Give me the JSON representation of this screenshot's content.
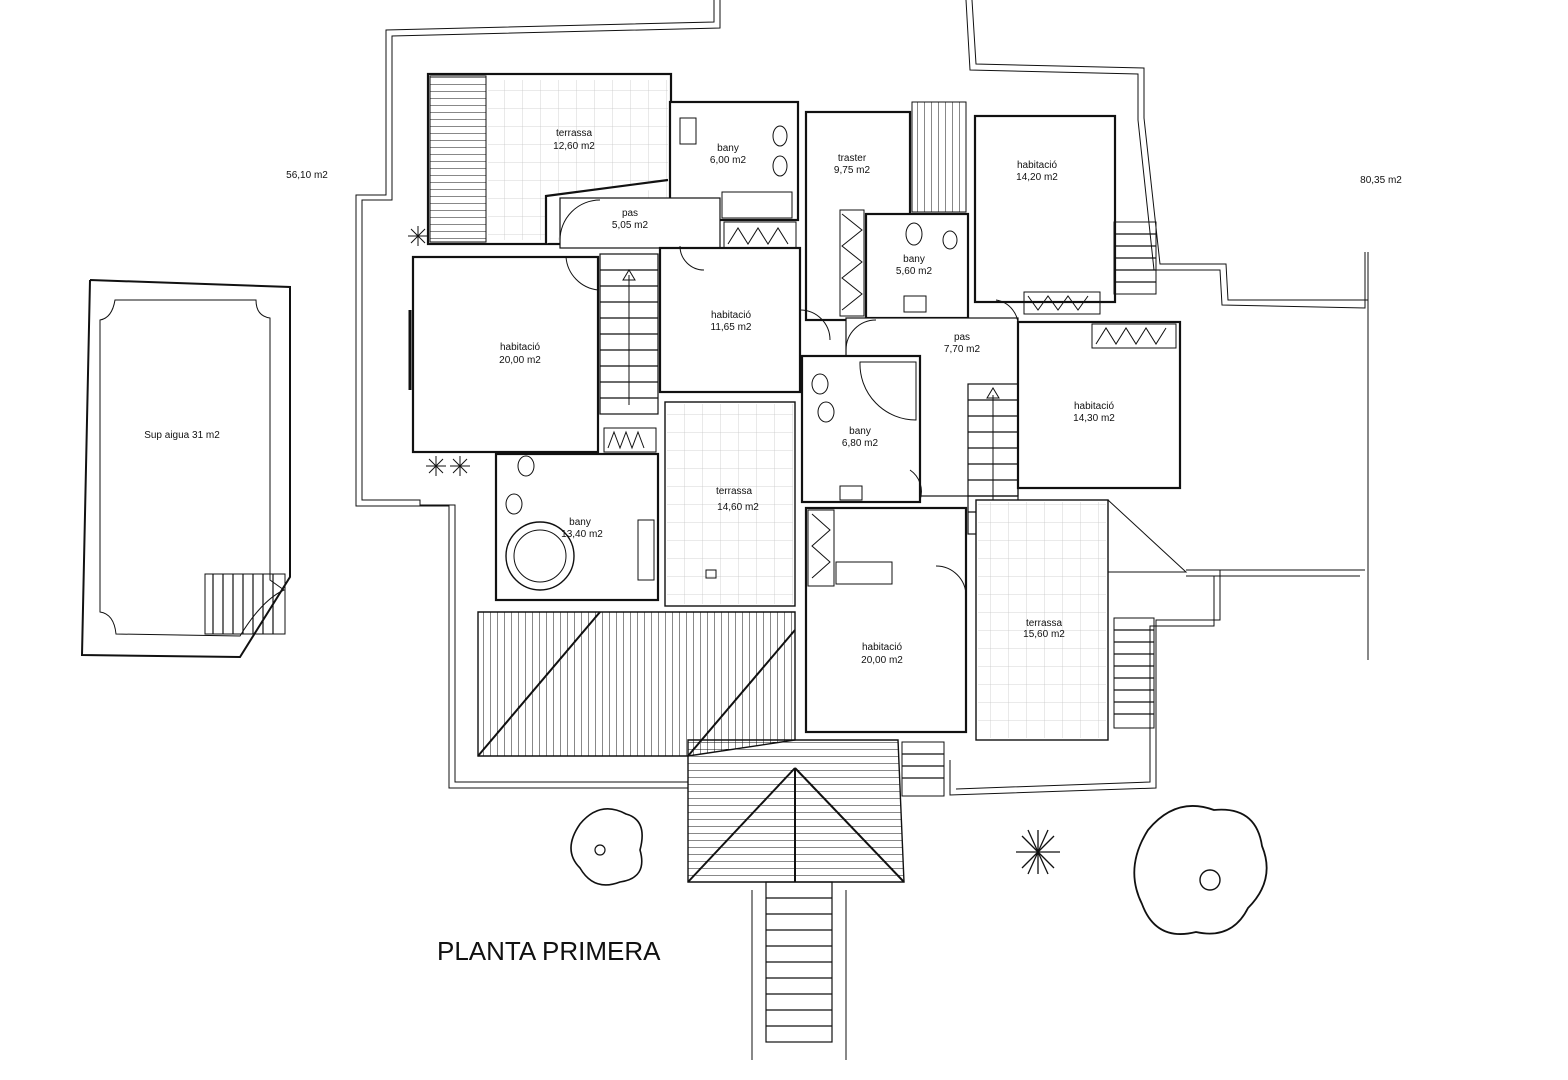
{
  "title": "PLANTA PRIMERA",
  "outer_areas": {
    "left": "56,10 m2",
    "right": "80,35 m2"
  },
  "pool": {
    "label": "Sup aigua 31 m2"
  },
  "rooms": {
    "terrassa_nw": {
      "name": "terrassa",
      "area": "12,60 m2"
    },
    "bany_n": {
      "name": "bany",
      "area": "6,00 m2"
    },
    "traster": {
      "name": "traster",
      "area": "9,75 m2"
    },
    "habitacio_ne": {
      "name": "habitació",
      "area": "14,20 m2"
    },
    "pas_n": {
      "name": "pas",
      "area": "5,05 m2"
    },
    "bany_c": {
      "name": "bany",
      "area": "5,60 m2"
    },
    "habitacio_w": {
      "name": "habitació",
      "area": "20,00 m2"
    },
    "habitacio_c": {
      "name": "habitació",
      "area": "11,65 m2"
    },
    "pas_e": {
      "name": "pas",
      "area": "7,70 m2"
    },
    "habitacio_e": {
      "name": "habitació",
      "area": "14,30 m2"
    },
    "bany_ce": {
      "name": "bany",
      "area": "6,80 m2"
    },
    "bany_sw": {
      "name": "bany",
      "area": "13,40 m2"
    },
    "terrassa_c": {
      "name": "terrassa",
      "area": "14,60 m2"
    },
    "terrassa_se": {
      "name": "terrassa",
      "area": "15,60 m2"
    },
    "habitacio_s": {
      "name": "habitació",
      "area": "20,00 m2"
    }
  }
}
